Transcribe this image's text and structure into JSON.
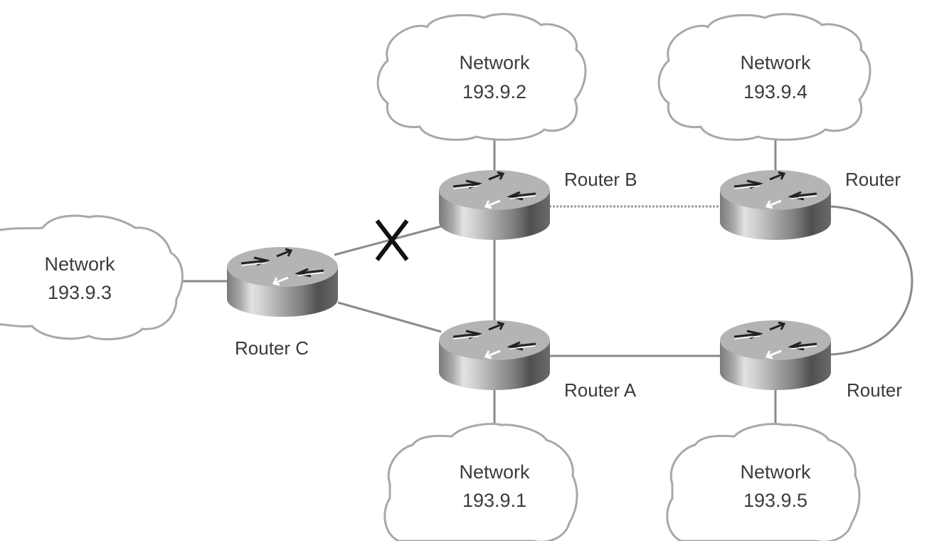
{
  "title": "Network topology with failed link between Router C and Router B",
  "networks": [
    {
      "id": "net-193-9-2",
      "line1": "Network",
      "line2": "193.9.2"
    },
    {
      "id": "net-193-9-4",
      "line1": "Network",
      "line2": "193.9.4"
    },
    {
      "id": "net-193-9-3",
      "line1": "Network",
      "line2": "193.9.3"
    },
    {
      "id": "net-193-9-1",
      "line1": "Network",
      "line2": "193.9.1"
    },
    {
      "id": "net-193-9-5",
      "line1": "Network",
      "line2": "193.9.5"
    }
  ],
  "routers": [
    {
      "id": "router-b",
      "label": "Router B"
    },
    {
      "id": "router-top-right",
      "label": "Router"
    },
    {
      "id": "router-c",
      "label": "Router C"
    },
    {
      "id": "router-a",
      "label": "Router A"
    },
    {
      "id": "router-bottom-right",
      "label": "Router"
    }
  ],
  "links": [
    {
      "from": "router-c",
      "to": "router-b",
      "status": "failed"
    },
    {
      "from": "router-c",
      "to": "router-a",
      "status": "up"
    },
    {
      "from": "router-b",
      "to": "router-a",
      "status": "up"
    },
    {
      "from": "router-b",
      "to": "router-top-right",
      "status": "up"
    },
    {
      "from": "router-a",
      "to": "router-bottom-right",
      "status": "up"
    },
    {
      "from": "router-top-right",
      "to": "router-bottom-right",
      "status": "up"
    }
  ],
  "failure_marker": "X"
}
